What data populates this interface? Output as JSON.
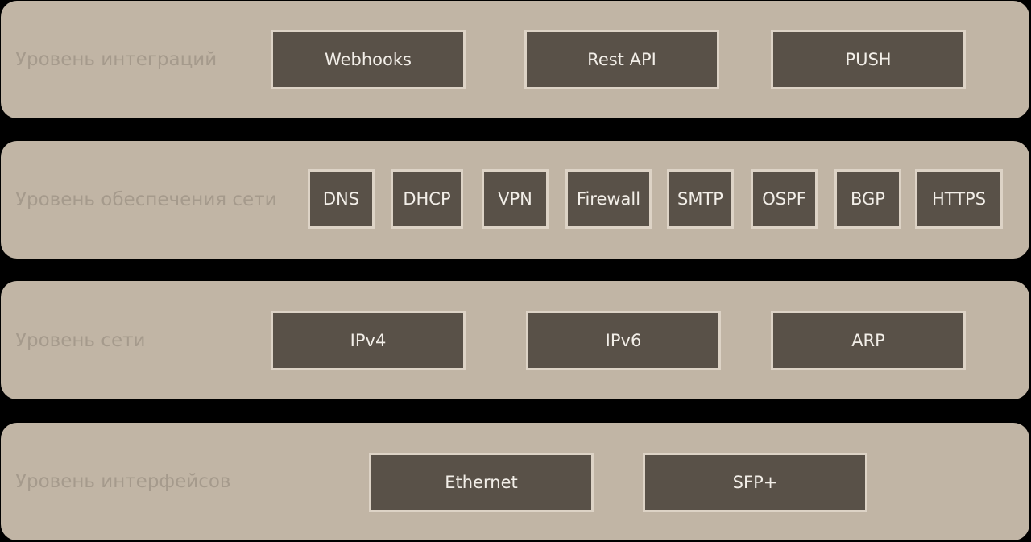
{
  "colors": {
    "background": "#000000",
    "layer_fill": "#c1b5a5",
    "layer_label_text": "#a59a8c",
    "box_fill": "#595148",
    "box_border": "#ddd3c6",
    "box_text": "#f2eee8"
  },
  "layers": [
    {
      "label": "Уровень интеграций",
      "items": [
        "Webhooks",
        "Rest API",
        "PUSH"
      ]
    },
    {
      "label": "Уровень обеспечения сети",
      "items": [
        "DNS",
        "DHCP",
        "VPN",
        "Firewall",
        "SMTP",
        "OSPF",
        "BGP",
        "HTTPS"
      ]
    },
    {
      "label": "Уровень сети",
      "items": [
        "IPv4",
        "IPv6",
        "ARP"
      ]
    },
    {
      "label": "Уровень интерфейсов",
      "items": [
        "Ethernet",
        "SFP+"
      ]
    }
  ]
}
